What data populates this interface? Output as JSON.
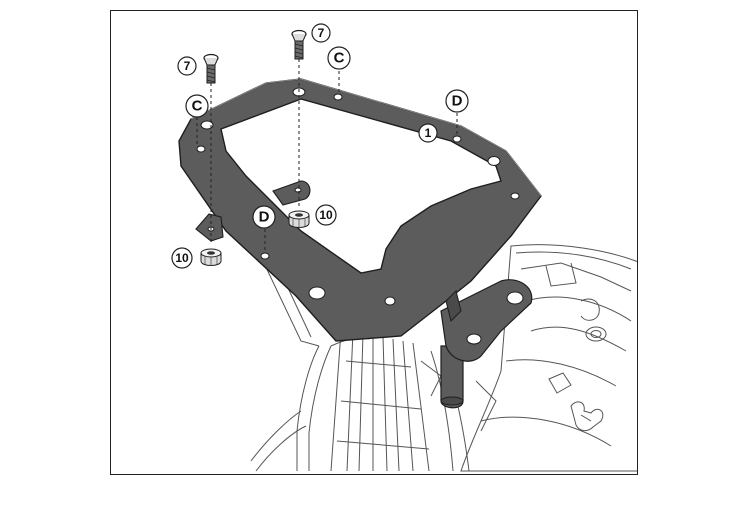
{
  "callouts": {
    "part_rack": "1",
    "screw_left": "7",
    "screw_right": "7",
    "nut_left": "10",
    "nut_right": "10",
    "label_c_left": "C",
    "label_c_right": "C",
    "label_d_top": "D",
    "label_d_mid": "D"
  },
  "colors": {
    "plate_fill": "#5c5c5c",
    "plate_stroke": "#1e1e1e",
    "frame_border": "#222222",
    "background": "#ffffff"
  }
}
